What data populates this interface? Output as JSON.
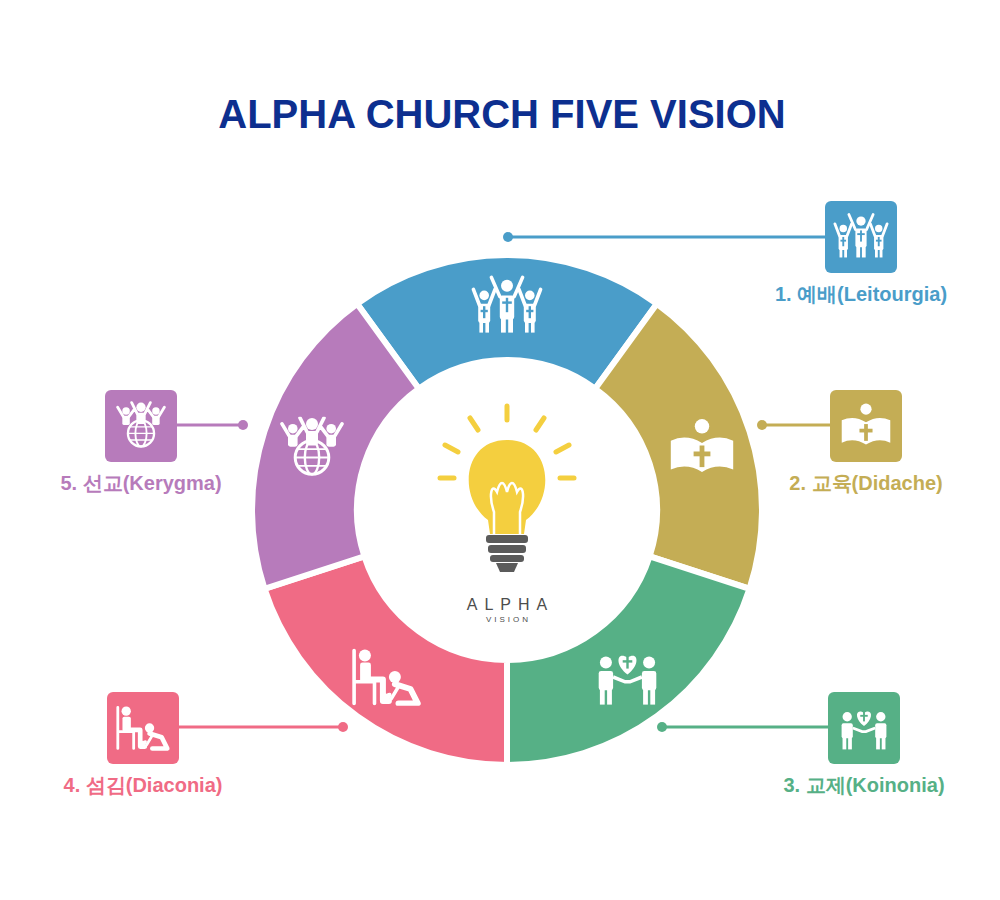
{
  "diagram": {
    "title": "ALPHA CHURCH FIVE VISION",
    "nodes": [
      {
        "text": [
          "1. 예배(Leitourgia)"
        ]
      },
      {
        "text": [
          "2. 교육(Didache)"
        ]
      },
      {
        "text": [
          "3. 교제(Koinonia)"
        ]
      },
      {
        "text": [
          "4. 섬김(Diaconia)"
        ]
      },
      {
        "text": [
          "5. 선교(Kerygma)"
        ]
      }
    ],
    "labels": [
      "ALPHA",
      "VISION"
    ]
  }
}
